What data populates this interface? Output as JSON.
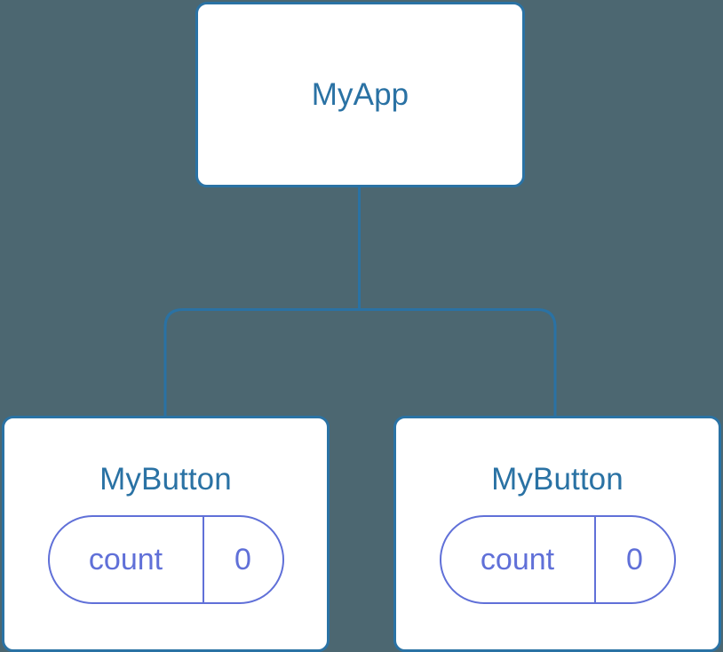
{
  "diagram": {
    "type": "component-tree",
    "background_color": "#4c6771",
    "node_border_color": "#2a72a4",
    "node_text_color": "#2a72a4",
    "node_fill_color": "#ffffff",
    "pill_color": "#6070d8",
    "connector_color": "#2a72a4"
  },
  "root": {
    "label": "MyApp"
  },
  "children": [
    {
      "label": "MyButton",
      "state": {
        "key": "count",
        "value": "0"
      }
    },
    {
      "label": "MyButton",
      "state": {
        "key": "count",
        "value": "0"
      }
    }
  ]
}
